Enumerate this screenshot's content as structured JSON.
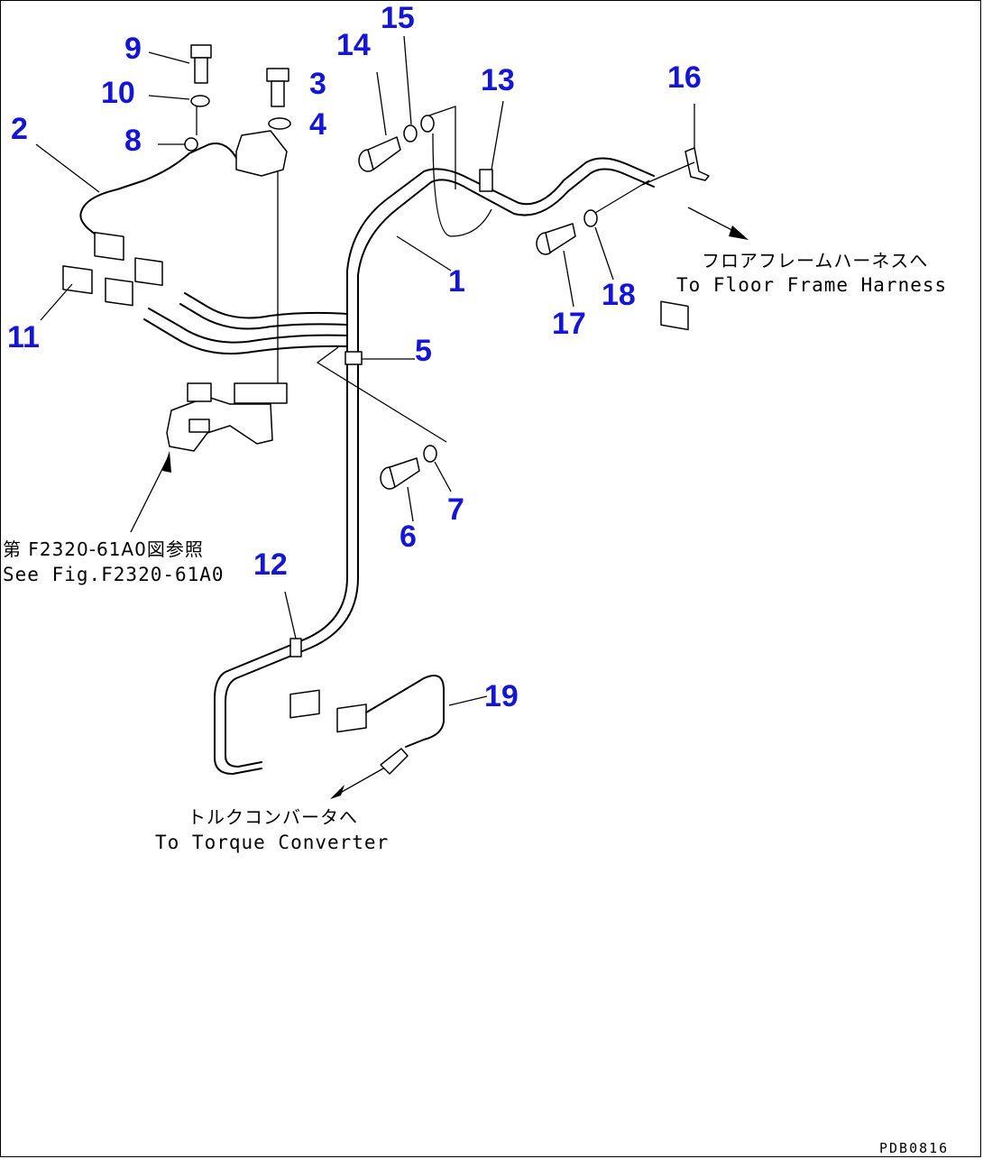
{
  "callouts": [
    {
      "id": "p1",
      "label": "1"
    },
    {
      "id": "p2",
      "label": "2"
    },
    {
      "id": "p3",
      "label": "3"
    },
    {
      "id": "p4",
      "label": "4"
    },
    {
      "id": "p5",
      "label": "5"
    },
    {
      "id": "p6",
      "label": "6"
    },
    {
      "id": "p7",
      "label": "7"
    },
    {
      "id": "p8",
      "label": "8"
    },
    {
      "id": "p9",
      "label": "9"
    },
    {
      "id": "p10",
      "label": "10"
    },
    {
      "id": "p11",
      "label": "11"
    },
    {
      "id": "p12",
      "label": "12"
    },
    {
      "id": "p13",
      "label": "13"
    },
    {
      "id": "p14",
      "label": "14"
    },
    {
      "id": "p15",
      "label": "15"
    },
    {
      "id": "p16",
      "label": "16"
    },
    {
      "id": "p17",
      "label": "17"
    },
    {
      "id": "p18",
      "label": "18"
    },
    {
      "id": "p19",
      "label": "19"
    }
  ],
  "notes": {
    "floor_frame_jp": "フロアフレームハーネスへ",
    "floor_frame_en": "To Floor Frame Harness",
    "see_fig_jp": "第 F2320-61A0図参照",
    "see_fig_en": "See Fig.F2320-61A0",
    "torque_jp": "トルクコンバータへ",
    "torque_en": "To Torque Converter"
  },
  "drawing_code": "PDB0816",
  "colors": {
    "callout": "#1515d6",
    "line": "#000000"
  }
}
